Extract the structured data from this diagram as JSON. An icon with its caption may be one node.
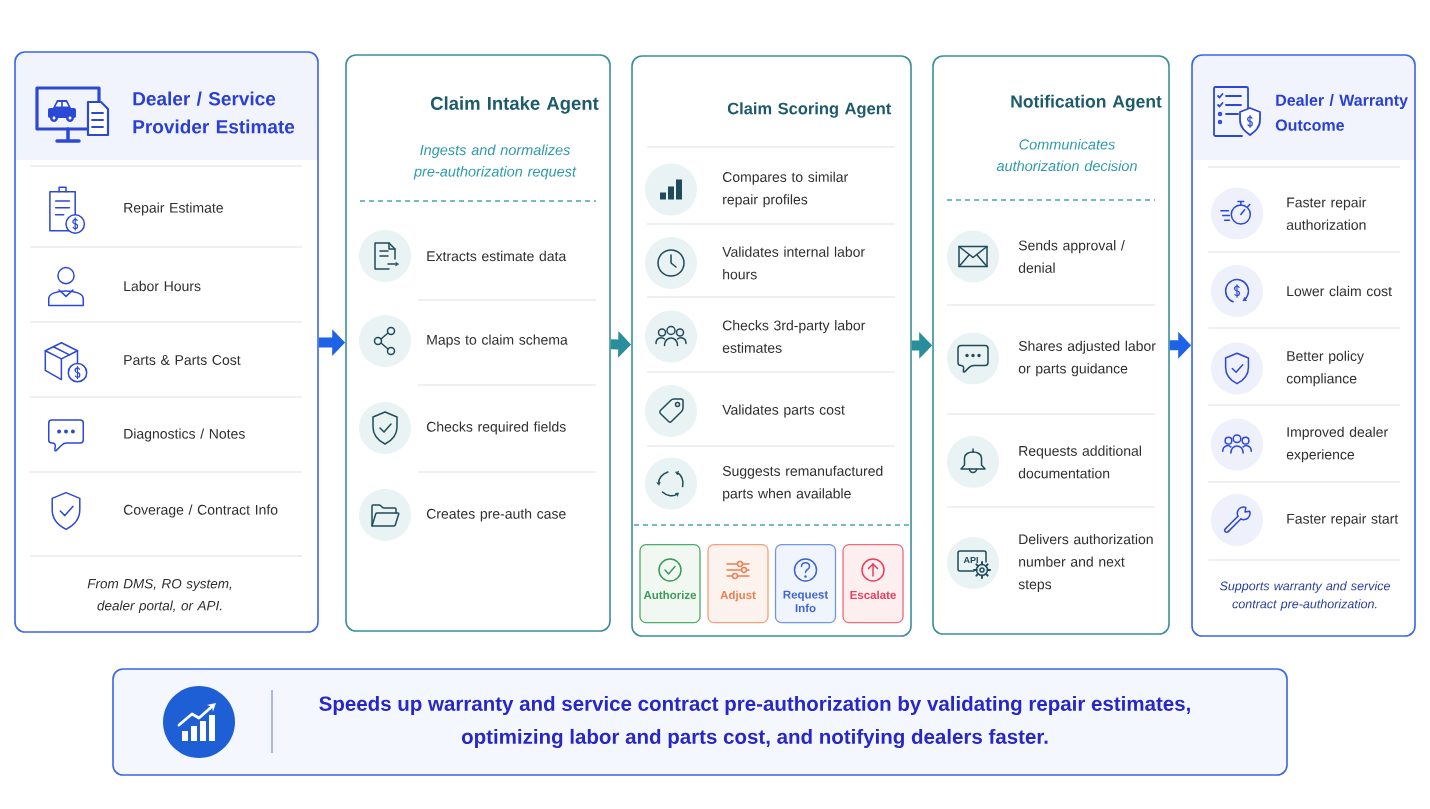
{
  "diagram": {
    "nodes": [
      {
        "text": [
          "Dealer / Service Provider Estimate",
          "Repair Estimate",
          "Labor Hours",
          "Parts & Parts Cost",
          "Diagnostics / Notes",
          "Coverage / Contract Info",
          "From DMS, RO system, dealer portal, or API."
        ]
      },
      {
        "text": [
          "Claim Intake Agent",
          "Ingests and normalizes pre-authorization request",
          "Extracts estimate data",
          "Maps to claim schema",
          "Checks required fields",
          "Creates pre-auth case"
        ]
      },
      {
        "text": [
          "Claim Scoring Agent",
          "Compares to similar repair profiles",
          "Validates internal labor hours",
          "Checks 3rd-party labor estimates",
          "Validates parts cost",
          "Suggests remanufactured parts when available"
        ]
      },
      {
        "text": [
          "Authorize"
        ],
        "in": 2
      },
      {
        "text": [
          "Adjust"
        ],
        "in": 2
      },
      {
        "text": [
          "Request Info"
        ],
        "in": 2
      },
      {
        "text": [
          "Escalate"
        ],
        "in": 2
      },
      {
        "text": [
          "Notification Agent",
          "Communicates authorization decision",
          "Sends approval / denial",
          "Shares adjusted labor or parts guidance",
          "Requests additional documentation",
          "Delivers authorization number and next steps"
        ]
      },
      {
        "text": [
          "Dealer / Warranty Outcome",
          "Faster repair authorization",
          "Lower claim cost",
          "Better policy compliance",
          "Improved dealer experience",
          "Faster repair start",
          "Supports warranty and service contract pre-authorization."
        ]
      },
      {
        "text": [
          "Speeds up warranty and service contract pre-authorization by validating repair estimates, optimizing labor and parts cost, and notifying dealers faster."
        ]
      }
    ],
    "edges": [
      {
        "from": 0,
        "to": 1,
        "arrow": "to",
        "color": "#1e63e6"
      },
      {
        "from": 1,
        "to": 2,
        "arrow": "to"
      },
      {
        "from": 2,
        "to": 7,
        "arrow": "to"
      },
      {
        "from": 7,
        "to": 8,
        "arrow": "to",
        "color": "#1e63e6"
      }
    ],
    "labels": [
      "API"
    ]
  }
}
